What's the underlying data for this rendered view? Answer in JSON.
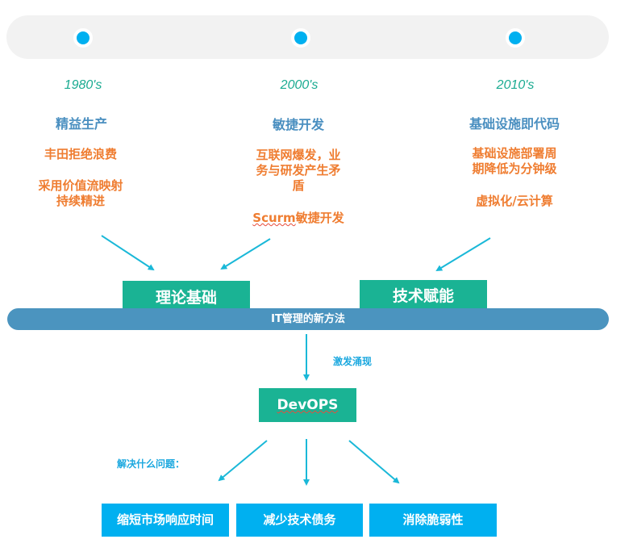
{
  "timeline": {
    "eras": [
      {
        "year": "1980's",
        "title": "精益生产",
        "points": [
          "丰田拒绝浪费",
          "采用价值流映射\n持续精进"
        ]
      },
      {
        "year": "2000's",
        "title": "敏捷开发",
        "points": [
          "互联网爆发，业\n务与研发产生矛\n盾"
        ],
        "scurm_prefix": "Scurm",
        "scurm_suffix": "敏捷开发"
      },
      {
        "year": "2010's",
        "title": "基础设施即代码",
        "points": [
          "基础设施部署周\n期降低为分钟级",
          "虚拟化/云计算"
        ]
      }
    ]
  },
  "foundation": {
    "theory_label": "理论基础",
    "tech_label": "技术赋能"
  },
  "method_bar_label": "IT管理的新方法",
  "emerge_label": "激发涌现",
  "devops_label": "DevOPS",
  "problems": {
    "question_label": "解决什么问题：",
    "items": [
      "缩短市场响应时间",
      "减少技术债务",
      "消除脆弱性"
    ]
  },
  "colors": {
    "accent_blue": "#00b0f0",
    "teal": "#1ab394",
    "orange": "#ef7d31",
    "steel_blue": "#4b94bf",
    "era_teal": "#1aab91"
  }
}
